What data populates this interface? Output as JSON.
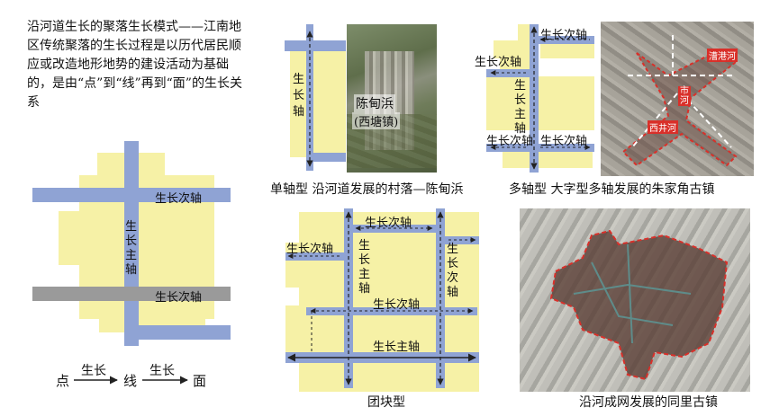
{
  "intro_text": "沿河道生长的聚落生长模式——江南地区传统聚落的生长过程是以历代居民顺应或改造地形地势的建设活动为基础的，是由“点”到“线”再到“面”的生长关系",
  "colors": {
    "yellow_block": "#f6f1a6",
    "blue_axis": "#8fa3d4",
    "gray_axis": "#9a9a9a",
    "arrow": "#222222",
    "river_red": "#d9302a"
  },
  "labels": {
    "main_axis": "生长主轴",
    "secondary_axis": "生长次轴",
    "growth_axis": "生长轴",
    "growth": "生长"
  },
  "legend": {
    "point": "点",
    "line": "线",
    "plane": "面"
  },
  "photos": {
    "chendianbang": {
      "line1": "陈甸浜",
      "line2": "(西塘镇)"
    },
    "zhujiajiao": {
      "rivers": [
        "漕港河",
        "西井河",
        "市河"
      ]
    }
  },
  "captions": {
    "single_axis": "单轴型  沿河道发展的村落—陈甸浜",
    "multi_axis": "多轴型  大字型多轴发展的朱家角古镇",
    "cluster": "团块型",
    "tongli": "沿河成网发展的同里古镇"
  }
}
